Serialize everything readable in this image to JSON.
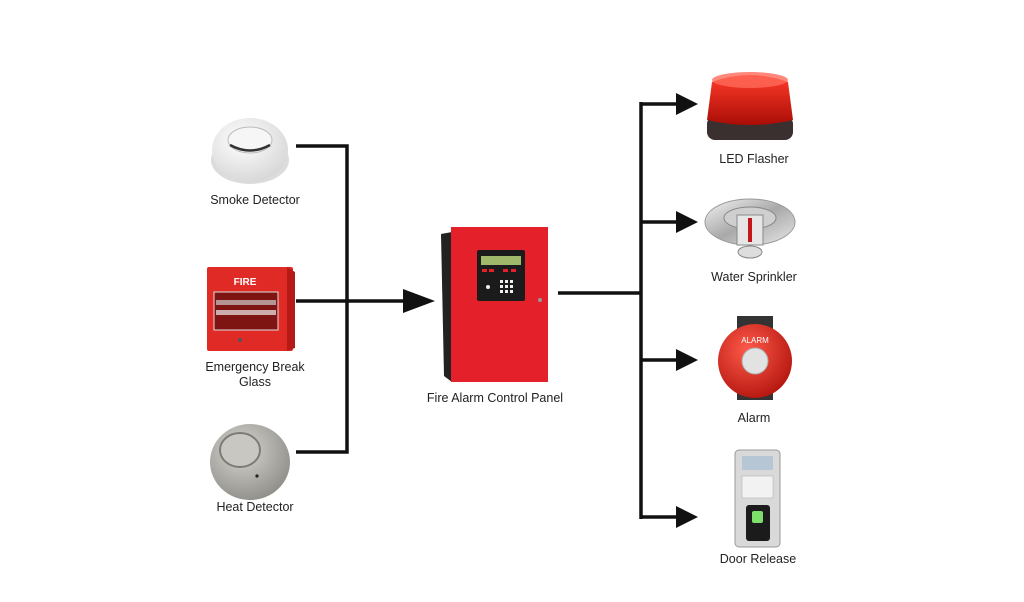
{
  "inputs": [
    {
      "label": "Smoke Detector",
      "icon": "smoke-detector-icon"
    },
    {
      "label_line1": "Emergency Break",
      "label_line2": "Glass",
      "icon": "break-glass-icon",
      "sign_text": "FIRE"
    },
    {
      "label": "Heat Detector",
      "icon": "heat-detector-icon"
    }
  ],
  "controller": {
    "label": "Fire Alarm Control Panel",
    "icon": "control-panel-icon",
    "color": "#e4202b"
  },
  "outputs": [
    {
      "label": "LED Flasher",
      "icon": "led-flasher-icon"
    },
    {
      "label": "Water Sprinkler",
      "icon": "water-sprinkler-icon"
    },
    {
      "label": "Alarm",
      "icon": "alarm-bell-icon",
      "bell_text": "ALARM"
    },
    {
      "label": "Door Release",
      "icon": "door-release-icon"
    }
  ]
}
